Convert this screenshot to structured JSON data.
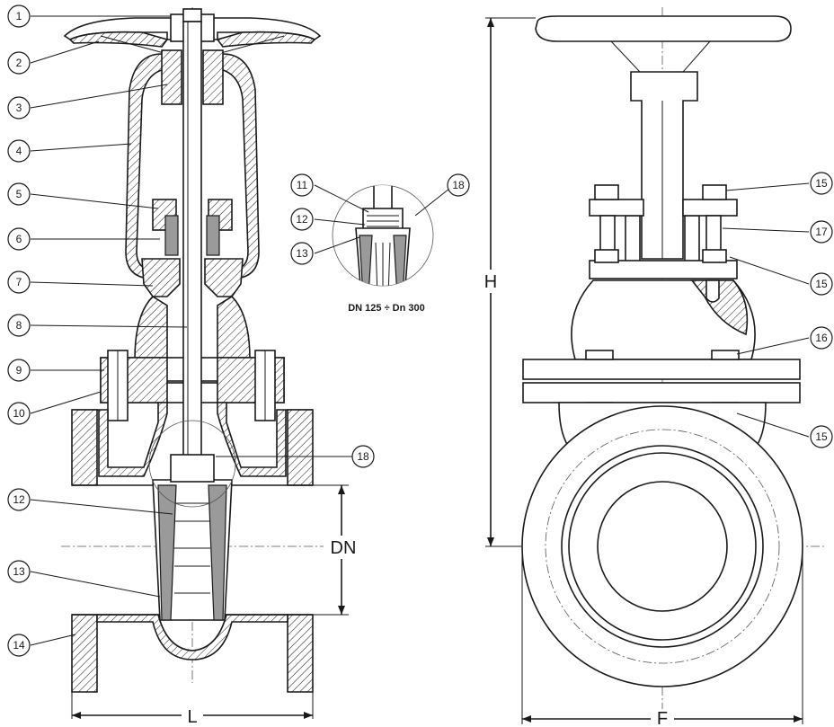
{
  "callouts": [
    {
      "id": "1",
      "label": "1"
    },
    {
      "id": "2",
      "label": "2"
    },
    {
      "id": "3",
      "label": "3"
    },
    {
      "id": "4",
      "label": "4"
    },
    {
      "id": "5",
      "label": "5"
    },
    {
      "id": "6",
      "label": "6"
    },
    {
      "id": "7",
      "label": "7"
    },
    {
      "id": "8",
      "label": "8"
    },
    {
      "id": "9",
      "label": "9"
    },
    {
      "id": "10",
      "label": "10"
    },
    {
      "id": "11",
      "label": "11"
    },
    {
      "id": "12a",
      "label": "12"
    },
    {
      "id": "12b",
      "label": "12"
    },
    {
      "id": "13a",
      "label": "13"
    },
    {
      "id": "13b",
      "label": "13"
    },
    {
      "id": "14",
      "label": "14"
    },
    {
      "id": "15a",
      "label": "15"
    },
    {
      "id": "15b",
      "label": "15"
    },
    {
      "id": "15c",
      "label": "15"
    },
    {
      "id": "16",
      "label": "16"
    },
    {
      "id": "17",
      "label": "17"
    },
    {
      "id": "18a",
      "label": "18"
    },
    {
      "id": "18b",
      "label": "18"
    }
  ],
  "dimensions": {
    "height": "H",
    "length": "L",
    "flange": "F",
    "nominal_diameter": "DN"
  },
  "detail_note": "DN 125 ÷ Dn 300",
  "colors": {
    "line": "#1a1a1a",
    "hatch": "#1a1a1a",
    "shade": "#9a9a9a",
    "background": "#ffffff"
  }
}
